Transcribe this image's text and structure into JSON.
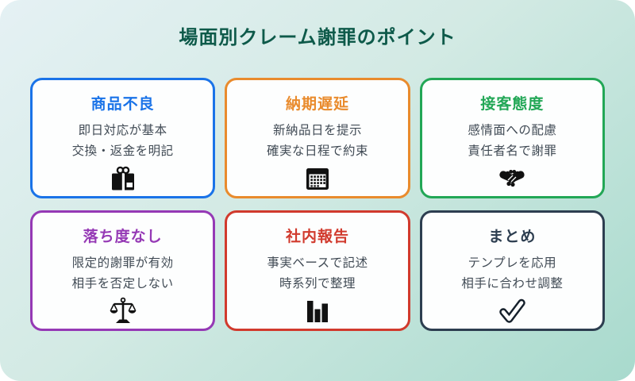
{
  "page": {
    "title": "場面別クレーム謝罪のポイント",
    "title_color": "#0e5a4a",
    "background": {
      "gradient_start": "#e5f1f4",
      "gradient_end": "#a8dacd"
    },
    "body_text_color": "#414b55"
  },
  "cards": [
    {
      "title": "商品不良",
      "line1": "即日対応が基本",
      "line2": "交換・返金を明記",
      "icon": "gift-icon",
      "color": "#1a73e8"
    },
    {
      "title": "納期遅延",
      "line1": "新納品日を提示",
      "line2": "確実な日程で約束",
      "icon": "calendar-icon",
      "color": "#e98b2d"
    },
    {
      "title": "接客態度",
      "line1": "感情面への配慮",
      "line2": "責任者名で謝罪",
      "icon": "handshake-icon",
      "color": "#22a756"
    },
    {
      "title": "落ち度なし",
      "line1": "限定的謝罪が有効",
      "line2": "相手を否定しない",
      "icon": "balance-scale-icon",
      "color": "#9539b5"
    },
    {
      "title": "社内報告",
      "line1": "事実ベースで記述",
      "line2": "時系列で整理",
      "icon": "bar-chart-icon",
      "color": "#d13a2d"
    },
    {
      "title": "まとめ",
      "line1": "テンプレを応用",
      "line2": "相手に合わせ調整",
      "icon": "check-icon",
      "color": "#2d3e50"
    }
  ]
}
